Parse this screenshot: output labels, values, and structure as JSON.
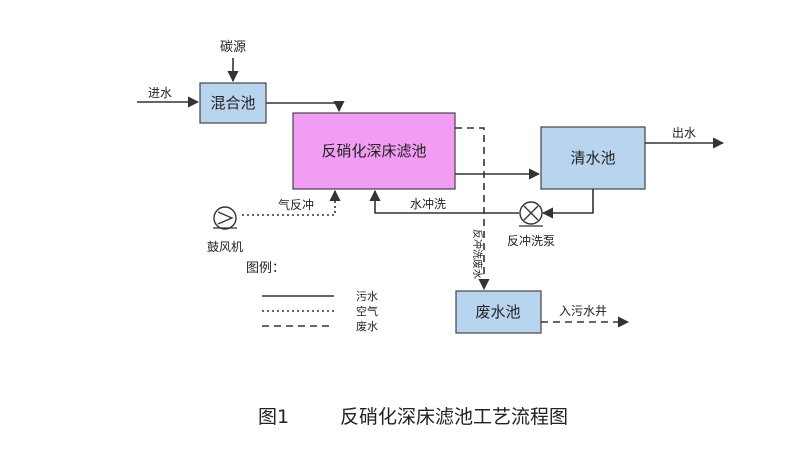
{
  "nodes": {
    "mixing_tank": "混合池",
    "filter": "反硝化深床滤池",
    "clear_tank": "清水池",
    "waste_tank": "废水池",
    "blower": "鼓风机",
    "backwash_pump": "反冲洗泵"
  },
  "flows": {
    "carbon_source": "碳源",
    "inflow": "进水",
    "outflow": "出水",
    "air_backwash": "气反冲",
    "water_backwash": "水冲洗",
    "backwash_waste": "反冲洗废水",
    "to_sewer_well": "入污水井"
  },
  "legend": {
    "title": "图例：",
    "items": [
      {
        "label": "污水",
        "style": "solid"
      },
      {
        "label": "空气",
        "style": "dotted"
      },
      {
        "label": "废水",
        "style": "dashed"
      }
    ]
  },
  "caption": {
    "number": "图1",
    "title": "反硝化深床滤池工艺流程图"
  },
  "colors": {
    "tank_fill": "#b9d4ef",
    "filter_fill": "#f39cf3",
    "line": "#333333"
  }
}
